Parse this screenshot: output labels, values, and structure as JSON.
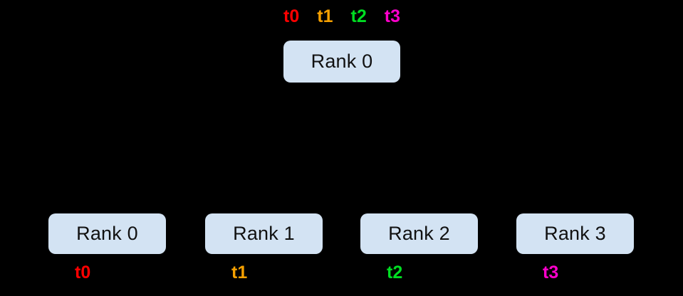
{
  "figure": {
    "background_color": "#000000",
    "box_fill_color": "#d3e3f3",
    "box_text_color": "#111111",
    "edge_color": "#000000"
  },
  "colors": {
    "t0": "#ff0000",
    "t1": "#f5a000",
    "t2": "#00dd22",
    "t3": "#ff00cc"
  },
  "source": {
    "box_label": "Rank 0",
    "tensor_labels": [
      {
        "text": "t0",
        "color": "#ff0000"
      },
      {
        "text": "t1",
        "color": "#f5a000"
      },
      {
        "text": "t2",
        "color": "#00dd22"
      },
      {
        "text": "t3",
        "color": "#ff00cc"
      }
    ]
  },
  "destinations": [
    {
      "box_label": "Rank 0",
      "tensor_label": "t0",
      "color": "#ff0000"
    },
    {
      "box_label": "Rank 1",
      "tensor_label": "t1",
      "color": "#f5a000"
    },
    {
      "box_label": "Rank 2",
      "tensor_label": "t2",
      "color": "#00dd22"
    },
    {
      "box_label": "Rank 3",
      "tensor_label": "t3",
      "color": "#ff00cc"
    }
  ]
}
